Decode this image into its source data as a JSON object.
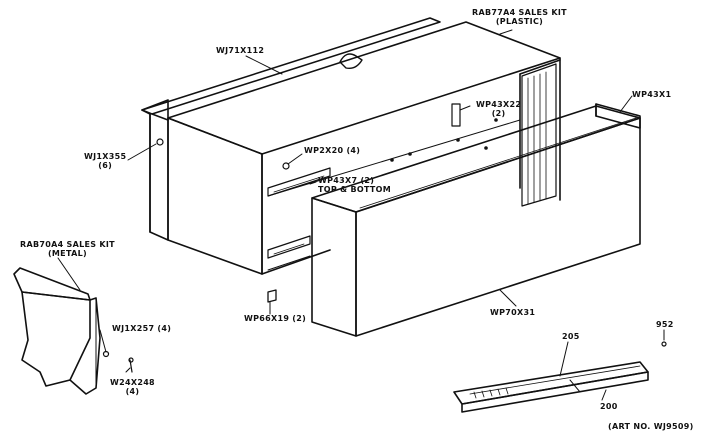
{
  "labels": {
    "rab77a4_line1": "RAB77A4 SALES KIT",
    "rab77a4_line2": "(PLASTIC)",
    "wj71x112": "WJ71X112",
    "wp43x1": "WP43X1",
    "wp43x22_line1": "WP43X22",
    "wp43x22_line2": "(2)",
    "wj1x355_line1": "WJ1X355",
    "wj1x355_line2": "(6)",
    "wp2x20": "WP2X20 (4)",
    "wp43x7_line1": "WP43X7 (2)",
    "wp43x7_line2": "TOP & BOTTOM",
    "rab70a4_line1": "RAB70A4 SALES KIT",
    "rab70a4_line2": "(METAL)",
    "wj1x257": "WJ1X257 (4)",
    "w24x248_line1": "W24X248",
    "w24x248_line2": "(4)",
    "wp66x19": "WP66X19 (2)",
    "wp70x31": "WP70X31",
    "n205": "205",
    "n952": "952",
    "n200": "200",
    "art_no": "(ART NO. WJ9509)"
  },
  "colors": {
    "ink": "#111111",
    "paper": "#ffffff"
  }
}
